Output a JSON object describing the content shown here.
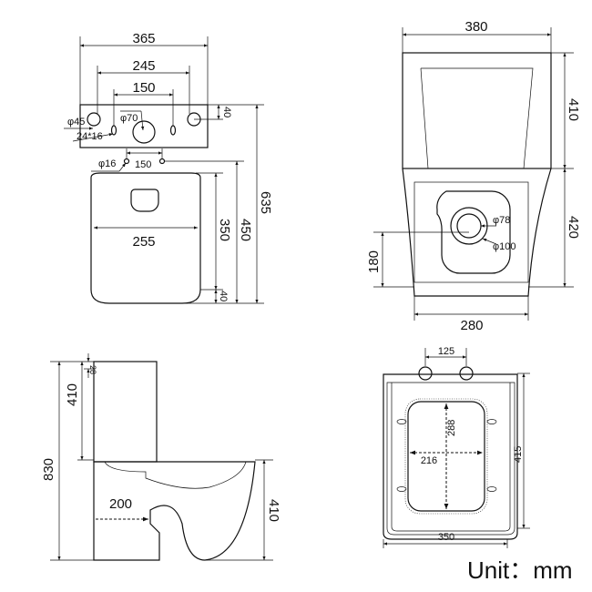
{
  "top_view": {
    "width_total": "365",
    "width_holes": "245",
    "width_center": "150",
    "offset_top": "40",
    "hole_large": "φ45",
    "slot": "24*16",
    "hole_center": "φ70",
    "hole_small": "φ16",
    "hole_small_spacing": "150",
    "depth_total": "635",
    "depth_450": "450",
    "depth_bowl": "350",
    "offset_bottom": "40",
    "bowl_width": "255"
  },
  "front_view": {
    "width_top": "380",
    "tank_height": "410",
    "base_height": "420",
    "outlet_height": "180",
    "base_width": "280",
    "outlet_inner": "φ78",
    "outlet_outer": "φ100"
  },
  "side_view": {
    "lid_offset": "28",
    "tank_height": "410",
    "total_height": "830",
    "outlet_distance": "200",
    "bowl_height": "410"
  },
  "seat_view": {
    "hinge_spacing": "125",
    "opening_length": "288",
    "opening_width": "216",
    "seat_length": "415",
    "seat_width": "350"
  },
  "unit_label": "Unit：mm"
}
